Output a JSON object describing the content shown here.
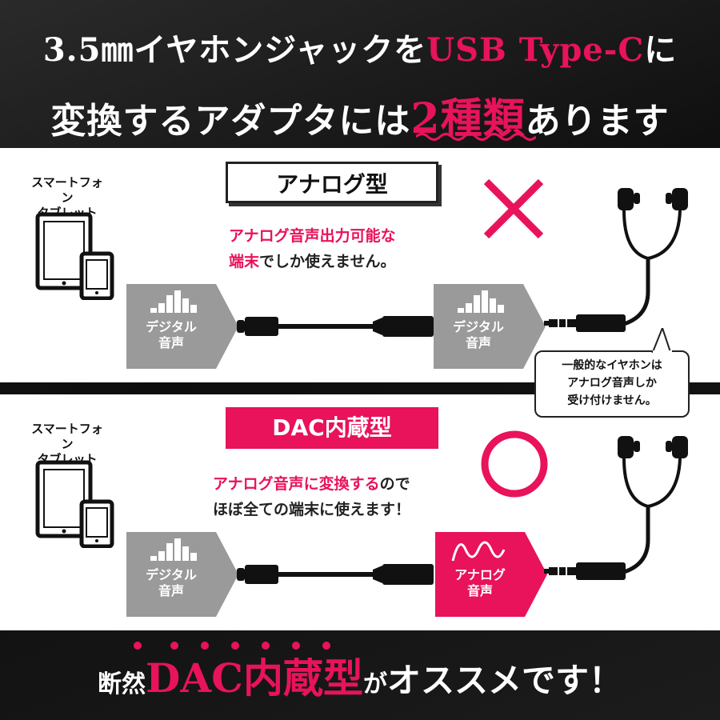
{
  "headline": {
    "line1_part1": "3.5㎜イヤホンジャックを",
    "line1_accent": "USB Type-C",
    "line1_part2": "に",
    "line2_part1": "変換するアダプタには",
    "line2_accent": "2種類",
    "line2_part2": "あります"
  },
  "analog_panel": {
    "device_label": "スマートフォン\nタブレット",
    "title": "アナログ型",
    "desc_line1_accent": "アナログ音声出力可能な",
    "desc_line2_accent": "端末",
    "desc_line2_rest": "でしか使えません。",
    "left_box_label1": "デジタル",
    "left_box_label2": "音声",
    "right_box_label1": "デジタル",
    "right_box_label2": "音声",
    "verdict_icon": "cross-mark-icon"
  },
  "callout": {
    "line1": "一般的なイヤホンは",
    "line2": "アナログ音声しか",
    "line3": "受け付けません。"
  },
  "dac_panel": {
    "device_label": "スマートフォン\nタブレット",
    "title": "DAC内蔵型",
    "desc_line1_accent": "アナログ音声に変換する",
    "desc_line1_rest": "ので",
    "desc_line2": "ほぼ全ての端末に使えます！",
    "left_box_label1": "デジタル",
    "left_box_label2": "音声",
    "right_box_label1": "アナログ",
    "right_box_label2": "音声",
    "verdict_icon": "circle-mark-icon"
  },
  "bottom": {
    "part1": "断然",
    "accent": "DAC内蔵型",
    "part2": "が",
    "part3": "オススメです！"
  },
  "colors": {
    "accent": "#e8135a",
    "gray_box": "#9a9a9a",
    "dark": "#111111"
  }
}
